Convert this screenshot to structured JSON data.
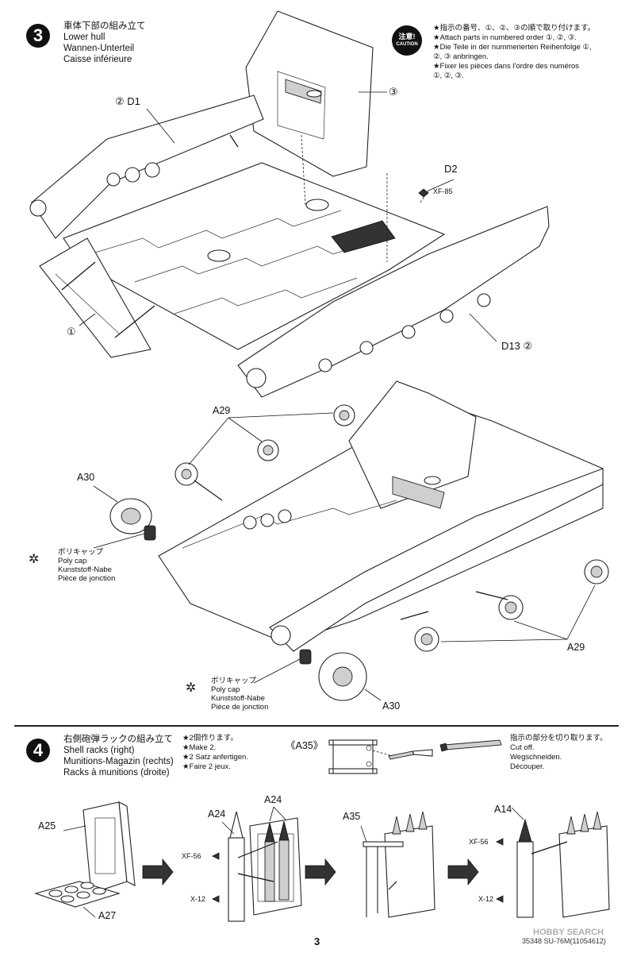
{
  "step3": {
    "number": "3",
    "title_jp": "車体下部の組み立て",
    "title_en": "Lower hull",
    "title_de": "Wannen-Unterteil",
    "title_fr": "Caisse inférieure",
    "caution_jp": "注意!",
    "caution_en": "CAUTION",
    "notes": [
      "★指示の番号、①、②、③の順で取り付けます。",
      "★Attach parts in numbered order ①, ②, ③.",
      "★Die Teile in der nummerierten Reihenfolge ①,",
      "②, ③ anbringen.",
      "★Fixer les pièces dans l'ordre des numéros",
      "①, ②, ③."
    ],
    "labels": {
      "d1": "② D1",
      "order3": "③",
      "d2": "D2",
      "xf85": "XF-85",
      "order1": "①",
      "d13": "D13 ②",
      "a29_top": "A29",
      "a30_left": "A30",
      "a29_right": "A29",
      "a30_bottom": "A30"
    },
    "polycap": [
      "ポリキャップ",
      "Poly cap",
      "Kunststoff-Nabe",
      "Pièce de jonction"
    ]
  },
  "step4": {
    "number": "4",
    "title_jp": "右側砲弾ラックの組み立て",
    "title_en": "Shell racks (right)",
    "title_de": "Munitions-Magazin (rechts)",
    "title_fr": "Racks à munitions (droite)",
    "make2": [
      "★2個作ります。",
      "★Make 2.",
      "★2 Satz anfertigen.",
      "★Faire 2 jeux."
    ],
    "a35_ref": "《A35》",
    "cutoff": [
      "指示の部分を切り取ります。",
      "Cut off.",
      "Wegschneiden.",
      "Découper."
    ],
    "labels": {
      "a25": "A25",
      "a27": "A27",
      "a24_single": "A24",
      "a24_double": "A24",
      "xf56_a": "XF-56",
      "x12_a": "X-12",
      "a35": "A35",
      "a14": "A14",
      "xf56_b": "XF-56",
      "x12_b": "X-12"
    }
  },
  "footer": {
    "page": "3",
    "code": "35348 SU-76M(11054612)",
    "watermark": "HOBBY SEARCH"
  }
}
